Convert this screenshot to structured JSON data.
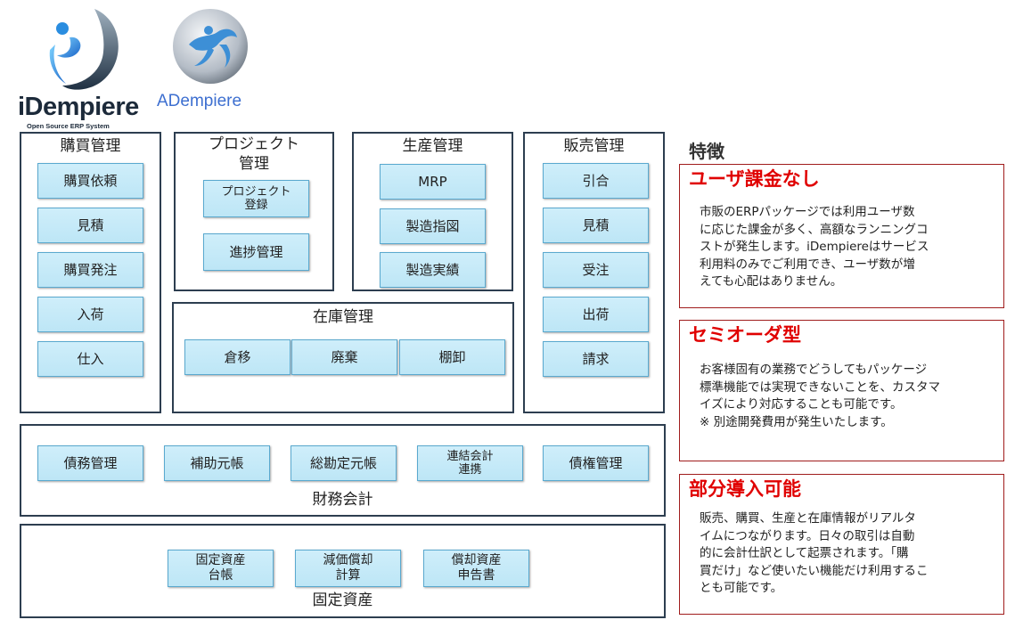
{
  "logos": {
    "idempiere": {
      "name": "iDempiere",
      "tagline": "Open Source ERP System"
    },
    "adempiere": {
      "name": "ADempiere"
    }
  },
  "groups": {
    "purchasing": {
      "title": "購買管理",
      "items": [
        "購買依頼",
        "見積",
        "購買発注",
        "入荷",
        "仕入"
      ]
    },
    "project": {
      "title": "プロジェクト\n管理",
      "items": [
        "プロジェクト\n登録",
        "進捗管理"
      ]
    },
    "production": {
      "title": "生産管理",
      "items": [
        "MRP",
        "製造指図",
        "製造実績"
      ]
    },
    "sales": {
      "title": "販売管理",
      "items": [
        "引合",
        "見積",
        "受注",
        "出荷",
        "請求"
      ]
    },
    "inventory": {
      "title": "在庫管理",
      "items": [
        "倉移",
        "廃棄",
        "棚卸"
      ]
    },
    "finance": {
      "title": "財務会計",
      "items": [
        "債務管理",
        "補助元帳",
        "総勘定元帳",
        "連結会計\n連携",
        "債権管理"
      ]
    },
    "fixed_assets": {
      "title": "固定資産",
      "items": [
        "固定資産\n台帳",
        "減価償却\n計算",
        "償却資産\n申告書"
      ]
    }
  },
  "features": {
    "heading": "特徴",
    "items": [
      {
        "title": "ユーザ課金なし",
        "body": "市販のERPパッケージでは利用ユーザ数\nに応じた課金が多く、高額なランニングコ\nストが発生します。iDempiereはサービス\n利用料のみでご利用でき、ユーザ数が増\nえても心配はありません。"
      },
      {
        "title": "セミオーダ型",
        "body": "お客様固有の業務でどうしてもパッケージ\n標準機能では実現できないことを、カスタマ\nイズにより対応することも可能です。\n※ 別途開発費用が発生いたします。"
      },
      {
        "title": "部分導入可能",
        "body": "販売、購買、生産と在庫情報がリアルタ\nイムにつながります。日々の取引は自動\n的に会計仕訳として起票されます。「購\n買だけ」など使いたい機能だけ利用するこ\nとも可能です。"
      }
    ]
  },
  "colors": {
    "accent_red": "#e00000",
    "module_fill": "#c6eaf8",
    "border": "#2d3e50"
  }
}
